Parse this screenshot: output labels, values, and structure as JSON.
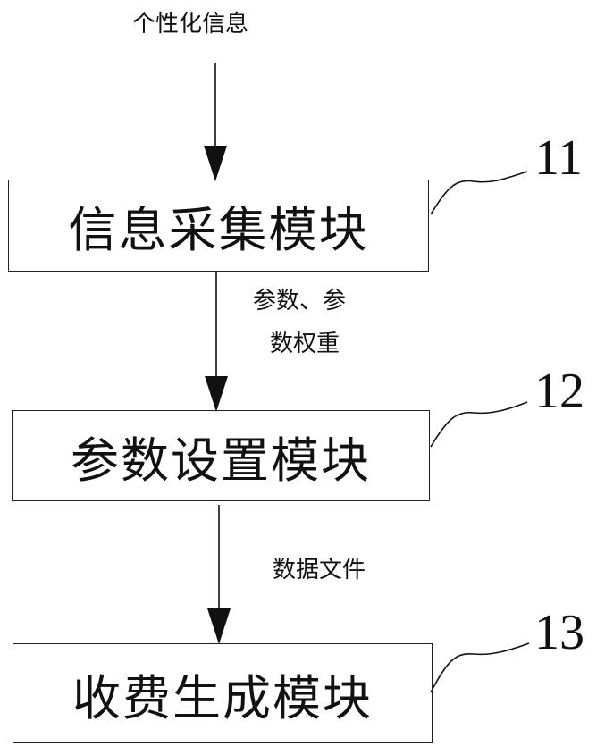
{
  "input_label": "个性化信息",
  "modules": [
    {
      "name": "信息采集模块",
      "ref": "11"
    },
    {
      "name": "参数设置模块",
      "ref": "12"
    },
    {
      "name": "收费生成模块",
      "ref": "13"
    }
  ],
  "flows": [
    {
      "line1": "参数、参",
      "line2": "数权重"
    },
    {
      "line1": "数据文件"
    }
  ]
}
